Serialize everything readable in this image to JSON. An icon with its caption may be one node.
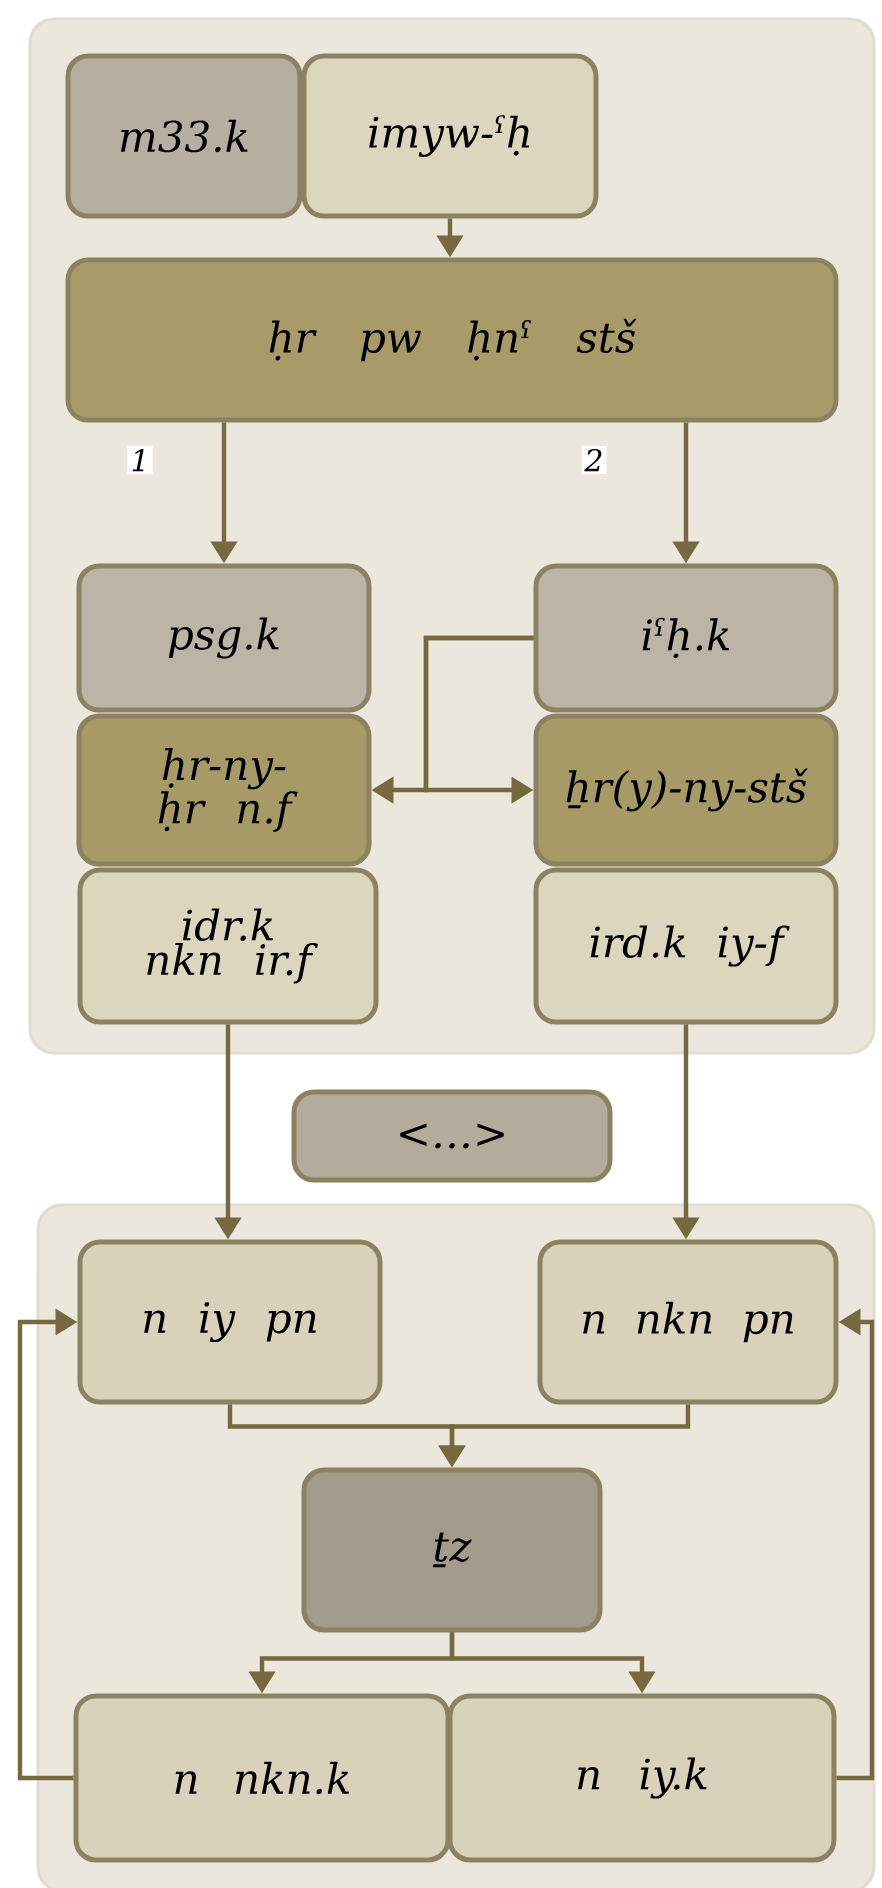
{
  "diagram": {
    "nodes": [
      {
        "text": [],
        "shape": "box"
      },
      {
        "text": [
          "m33.k"
        ],
        "in": 0
      },
      {
        "text": [
          "imyw-ˤḥ"
        ],
        "in": 0
      },
      {
        "text": [
          "ḥr pw ḥnˤ stš"
        ],
        "in": 0
      },
      {
        "text": [
          "psg.k"
        ],
        "in": 0
      },
      {
        "text": [
          "ḥr-ny-ḥr n.f"
        ],
        "in": 0
      },
      {
        "text": [
          "idr.k nkn ir.f"
        ],
        "in": 0
      },
      {
        "text": [
          "iˤḥ.k"
        ],
        "in": 0
      },
      {
        "text": [
          "ẖr(y)-ny-stš"
        ],
        "in": 0
      },
      {
        "text": [
          "ird.k iy-f"
        ],
        "in": 0
      },
      {
        "text": [
          "<…>"
        ]
      },
      {
        "text": [],
        "shape": "box"
      },
      {
        "text": [
          "n iy pn"
        ],
        "in": 11
      },
      {
        "text": [
          "n nkn pn"
        ],
        "in": 11
      },
      {
        "text": [
          "ṯz"
        ],
        "in": 11
      },
      {
        "text": [
          "n nkn.k"
        ],
        "in": 11
      },
      {
        "text": [
          "n iy.k"
        ],
        "in": 11
      }
    ],
    "edges": [
      {
        "from": 2,
        "to": 3,
        "arrow": "to"
      },
      {
        "from": 3,
        "to": 4,
        "arrow": "to",
        "label": "1"
      },
      {
        "from": 3,
        "to": 7,
        "arrow": "to",
        "label": "2"
      },
      {
        "from": 7,
        "to": 5,
        "arrow": "to"
      },
      {
        "from": 7,
        "to": 8,
        "arrow": "to"
      },
      {
        "from": 6,
        "to": 12,
        "arrow": "to"
      },
      {
        "from": 9,
        "to": 13,
        "arrow": "to"
      },
      {
        "from": 12,
        "to": 14,
        "arrow": "to"
      },
      {
        "from": 13,
        "to": 14,
        "arrow": "to"
      },
      {
        "from": 14,
        "to": 15,
        "arrow": "to"
      },
      {
        "from": 14,
        "to": 16,
        "arrow": "to"
      },
      {
        "from": 15,
        "to": 12,
        "arrow": "to"
      },
      {
        "from": 16,
        "to": 13,
        "arrow": "to"
      }
    ]
  }
}
